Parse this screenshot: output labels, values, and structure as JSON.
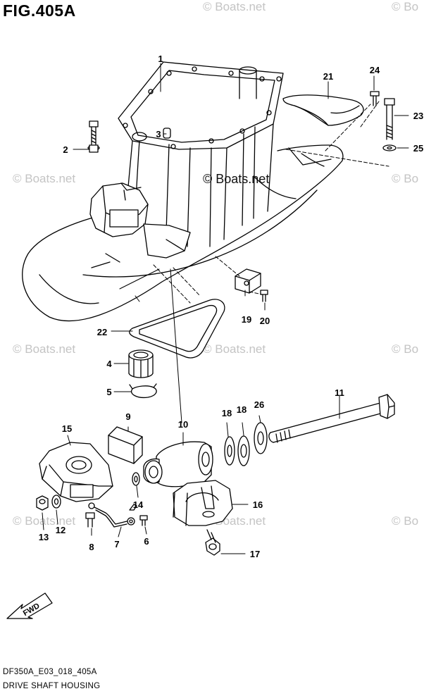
{
  "figure": {
    "title": "FIG.405A",
    "code": "DF350A_E03_018_405A",
    "caption": "DRIVE SHAFT HOUSING"
  },
  "watermark": {
    "text": "© Boats.net",
    "center_text": "© Boats.net",
    "partial_text": "© Bo",
    "color": "#c4c4c4"
  },
  "fwd_label": "FWD",
  "callouts": {
    "p1": "1",
    "p2": "2",
    "p3": "3",
    "p4": "4",
    "p5": "5",
    "p6": "6",
    "p7": "7",
    "p8": "8",
    "p9": "9",
    "p10": "10",
    "p11": "11",
    "p12": "12",
    "p13": "13",
    "p14": "14",
    "p15": "15",
    "p16": "16",
    "p17": "17",
    "p18a": "18",
    "p18b": "18",
    "p19": "19",
    "p20": "20",
    "p21": "21",
    "p22": "22",
    "p23": "23",
    "p24": "24",
    "p25": "25",
    "p26": "26"
  }
}
